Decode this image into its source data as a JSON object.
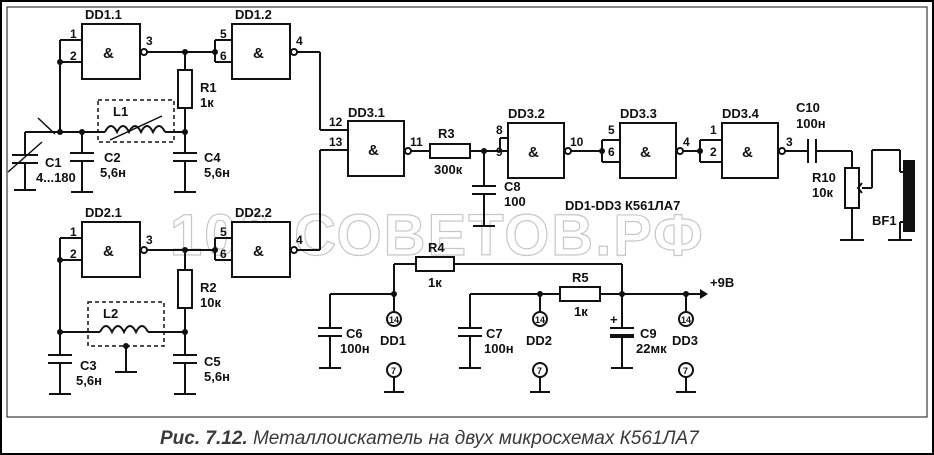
{
  "gates": {
    "dd11": "DD1.1",
    "dd12": "DD1.2",
    "dd21": "DD2.1",
    "dd22": "DD2.2",
    "dd31": "DD3.1",
    "dd32": "DD3.2",
    "dd33": "DD3.3",
    "dd34": "DD3.4",
    "symbol": "&"
  },
  "pins": {
    "p1": "1",
    "p2": "2",
    "p3": "3",
    "p4": "4",
    "p5": "5",
    "p6": "6",
    "p8": "8",
    "p9": "9",
    "p10": "10",
    "p11": "11",
    "p12": "12",
    "p13": "13",
    "p14": "14",
    "p7": "7"
  },
  "components": {
    "r1": "R1",
    "r1v": "1к",
    "r2": "R2",
    "r2v": "10к",
    "r3": "R3",
    "r3v": "300к",
    "r4": "R4",
    "r4v": "1к",
    "r5": "R5",
    "r5v": "1к",
    "r10": "R10",
    "r10v": "10к",
    "c1": "C1",
    "c1v": "4...180",
    "c2": "C2",
    "c2v": "5,6н",
    "c3": "C3",
    "c3v": "5,6н",
    "c4": "C4",
    "c4v": "5,6н",
    "c5": "C5",
    "c5v": "5,6н",
    "c6": "C6",
    "c6v": "100н",
    "c7": "C7",
    "c7v": "100н",
    "c8": "C8",
    "c8v": "100",
    "c9": "C9",
    "c9v": "22мк",
    "c9plus": "+",
    "c10": "C10",
    "c10v": "100н",
    "l1": "L1",
    "l2": "L2",
    "bf1": "BF1",
    "dd1": "DD1",
    "dd2": "DD2",
    "dd3": "DD3"
  },
  "notes": {
    "chips": "DD1-DD3 К561ЛА7",
    "supply": "+9В"
  },
  "watermark": "100-СОВЕТОВ.РФ",
  "caption": {
    "prefix": "Рис. 7.12.",
    "text": " Металлоискатель на двух микросхемах К561ЛА7"
  },
  "colors": {
    "background": "#ffffff",
    "ink": "#111111",
    "caption": "#3a3a3a",
    "border": "#000000"
  }
}
